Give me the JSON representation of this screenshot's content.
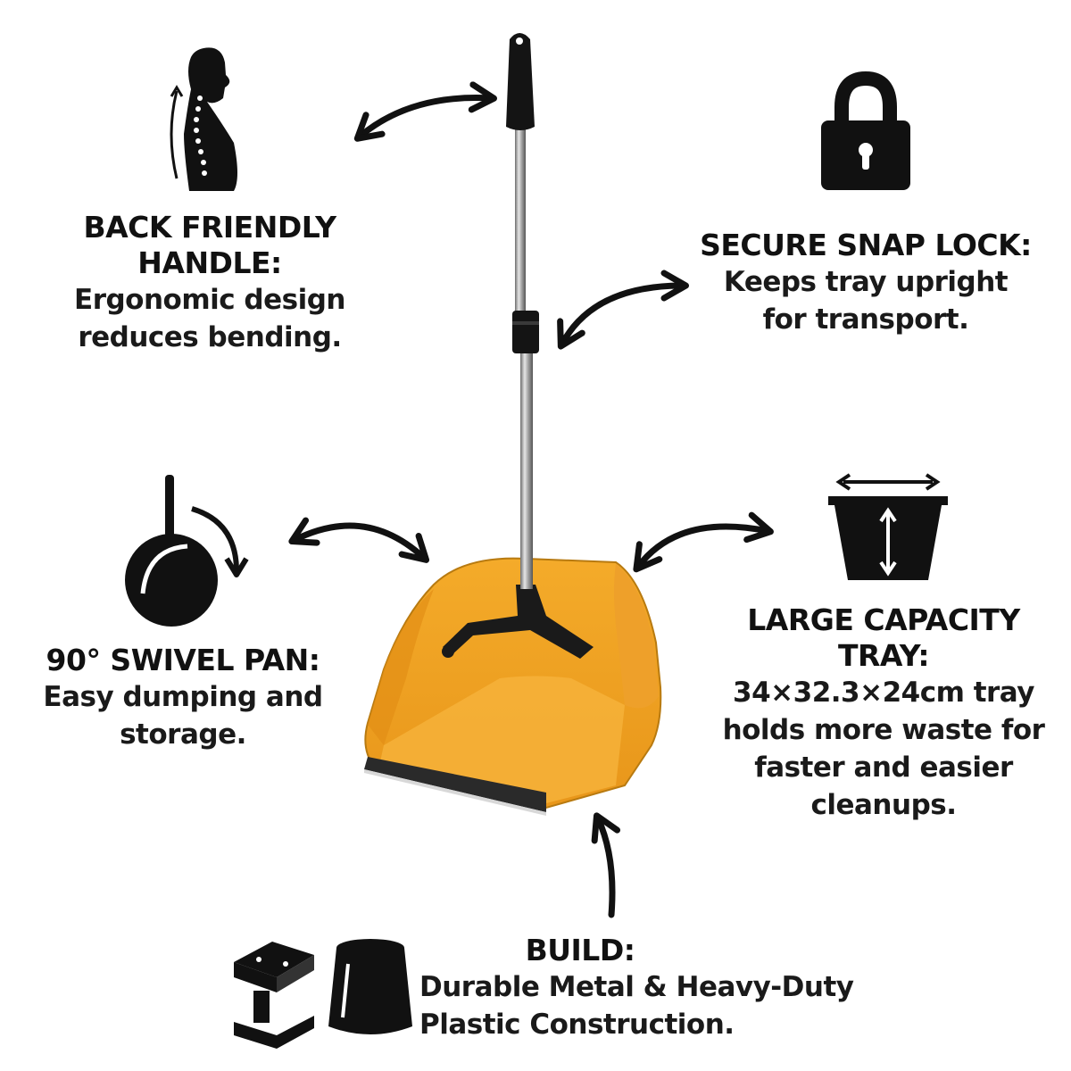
{
  "features": {
    "back": {
      "icon": "spine-posture-icon",
      "title": "BACK FRIENDLY\nHANDLE:",
      "desc": "Ergonomic design\nreduces bending."
    },
    "lock": {
      "icon": "padlock-icon",
      "title": "SECURE SNAP LOCK:",
      "desc": "Keeps tray upright\nfor transport."
    },
    "swivel": {
      "icon": "frying-pan-rotate-icon",
      "title": "90° SWIVEL PAN:",
      "desc": "Easy dumping and\nstorage."
    },
    "capacity": {
      "icon": "bucket-dimensions-icon",
      "title": "LARGE CAPACITY\nTRAY:",
      "desc": "34×32.3×24cm tray\nholds more waste for\nfaster and easier\ncleanups."
    },
    "build": {
      "icon": "steel-beam-and-plastic-cup-icon",
      "title": "BUILD:",
      "desc": "Durable Metal & Heavy-Duty\nPlastic Construction."
    }
  },
  "colors": {
    "tray": "#f0a020",
    "tray_dark": "#c98612",
    "handle_grip": "#111111",
    "pole": "#9a9a9a",
    "ink": "#111111"
  }
}
